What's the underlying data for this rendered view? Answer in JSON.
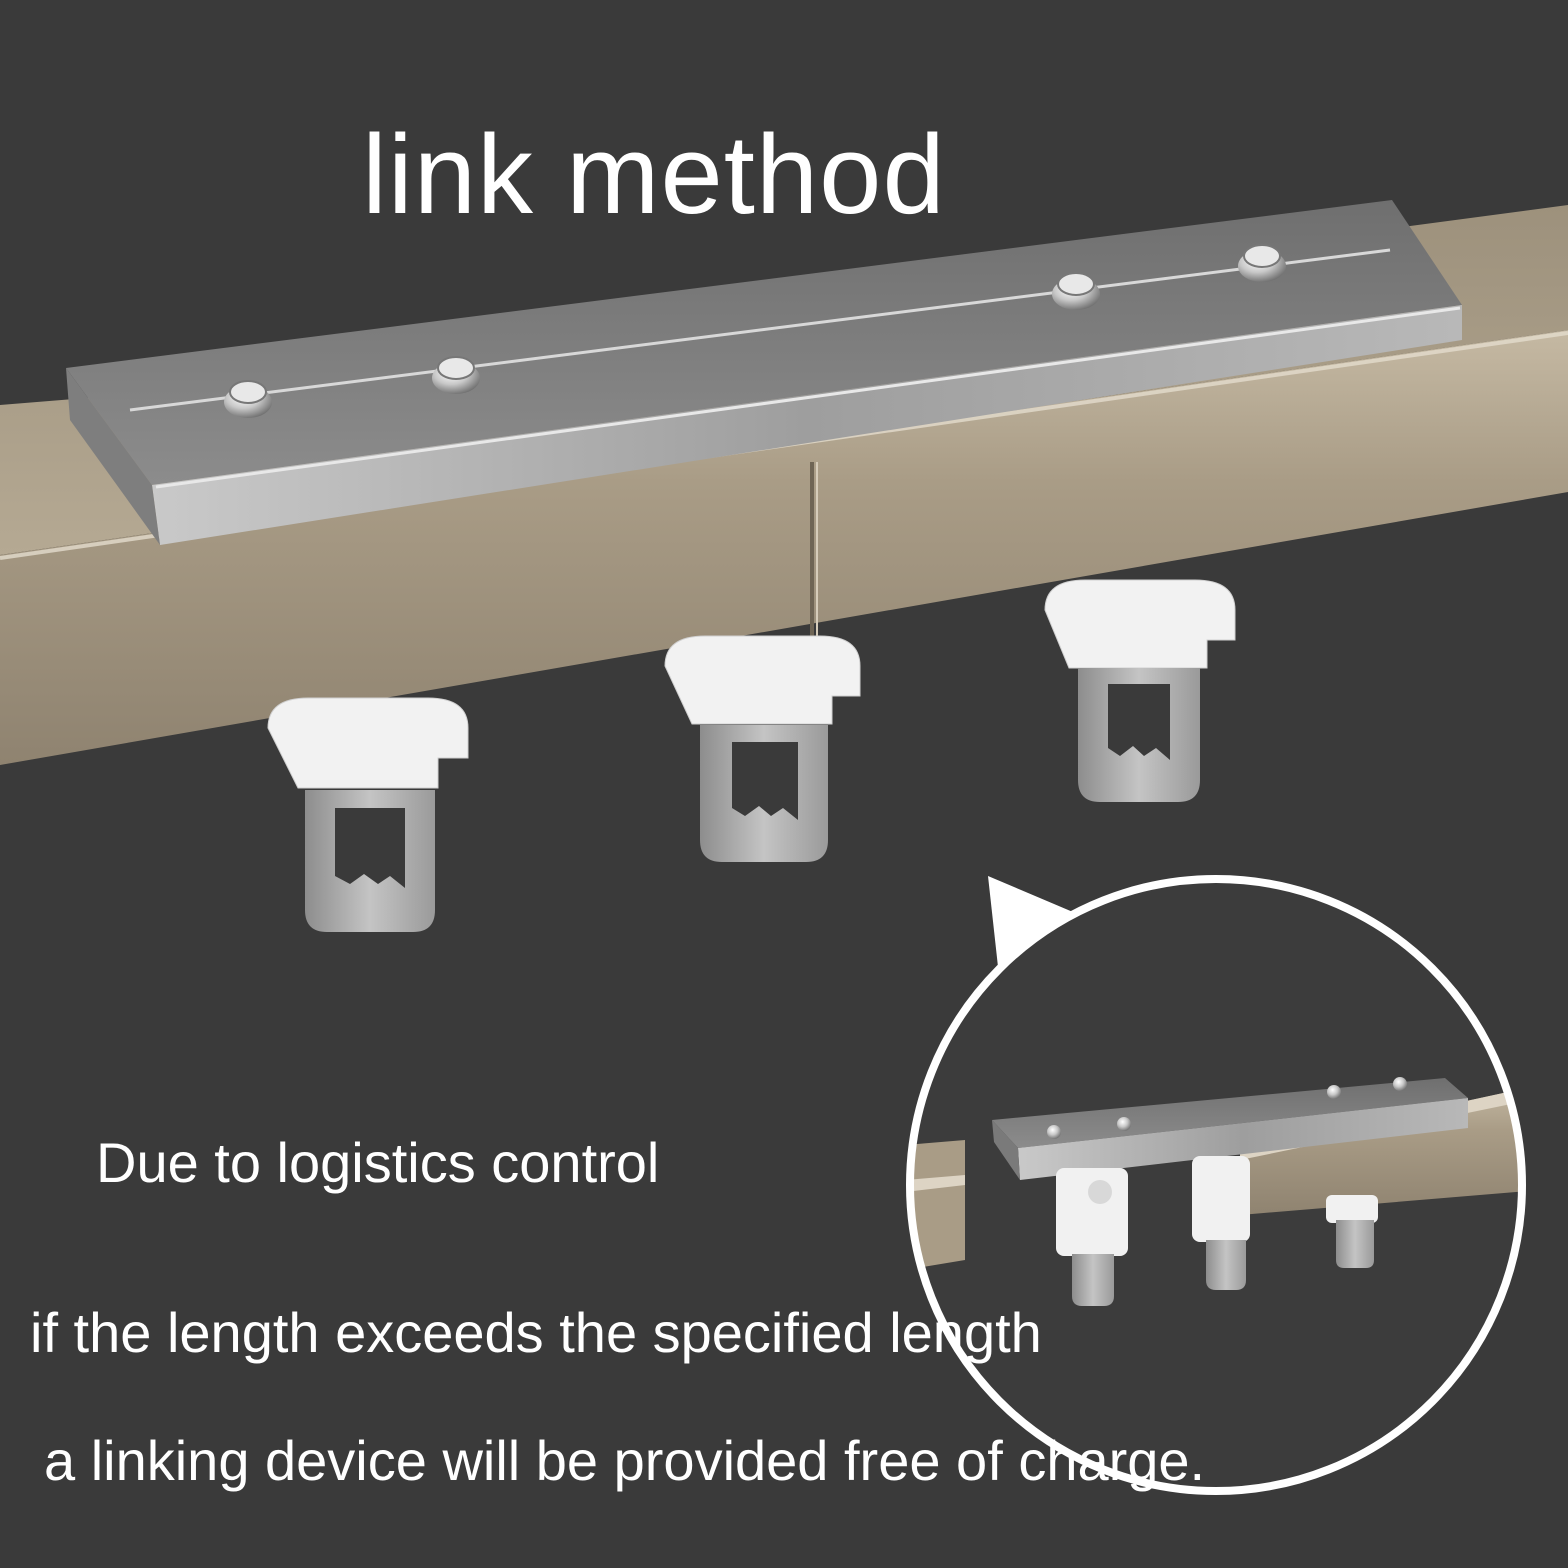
{
  "title": "link method",
  "notes": {
    "line1": "Due to logistics control",
    "line2": "if the length exceeds the specified length",
    "line3": "a linking device will be provided free of charge."
  },
  "colors": {
    "background": "#3a3a3a",
    "rail": "#a89b85",
    "connector": "#9c9c9c",
    "text": "#ffffff"
  }
}
